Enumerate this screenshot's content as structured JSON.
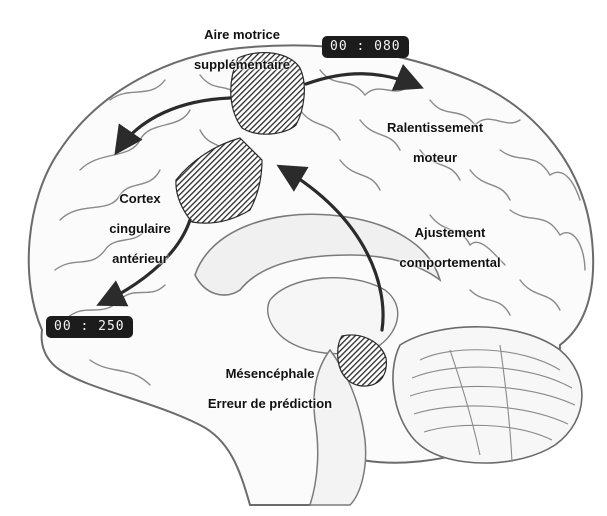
{
  "regions": {
    "sma": {
      "line1": "Aire motrice",
      "line2": "supplémentaire"
    },
    "acc": {
      "line1": "Cortex",
      "line2": "cingulaire",
      "line3": "antérieur"
    },
    "midbrain": {
      "line1": "Mésencéphale",
      "line2": "Erreur de prédiction"
    }
  },
  "effects": {
    "slowing": {
      "line1": "Ralentissement",
      "line2": "moteur"
    },
    "adjustment": {
      "line1": "Ajustement",
      "line2": "comportemental"
    }
  },
  "timestamps": {
    "sma": "00 : 080",
    "acc": "00 : 250"
  },
  "colors": {
    "hatch": "#2a2a2a",
    "arrow": "#2b2b2b",
    "outline": "#6b6b6b",
    "badge_bg": "#1c1c1c",
    "badge_text": "#f4f4f4"
  }
}
